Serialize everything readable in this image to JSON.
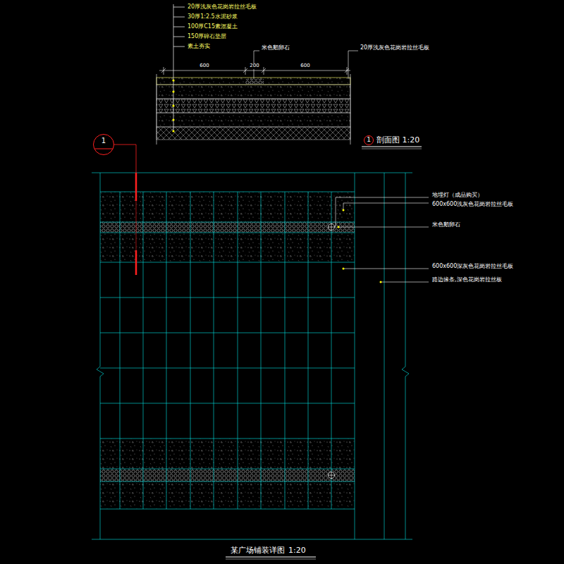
{
  "diagram": {
    "title": "某广场铺装详图",
    "nodes": [
      {
        "text": [
          "1"
        ]
      },
      {
        "text": [
          "1"
        ]
      }
    ],
    "labels": [
      "20厚浅灰色花岗岩拉丝毛板",
      "30厚1:2.5水泥砂浆",
      "100厚C15素混凝土",
      "150厚碎石垫层",
      "素土夯实",
      "600",
      "200",
      "600",
      "米色鹅卵石",
      "20厚浅灰色花岗岩拉丝毛板",
      "剖面图 1:20",
      "地埋灯（成品购买）",
      "600x600浅灰色花岗岩拉丝毛板",
      "米色鹅卵石",
      "600x600深灰色花岗岩拉丝毛板",
      "路边缘条,深色花岗岩拉丝板",
      "1:20"
    ]
  }
}
